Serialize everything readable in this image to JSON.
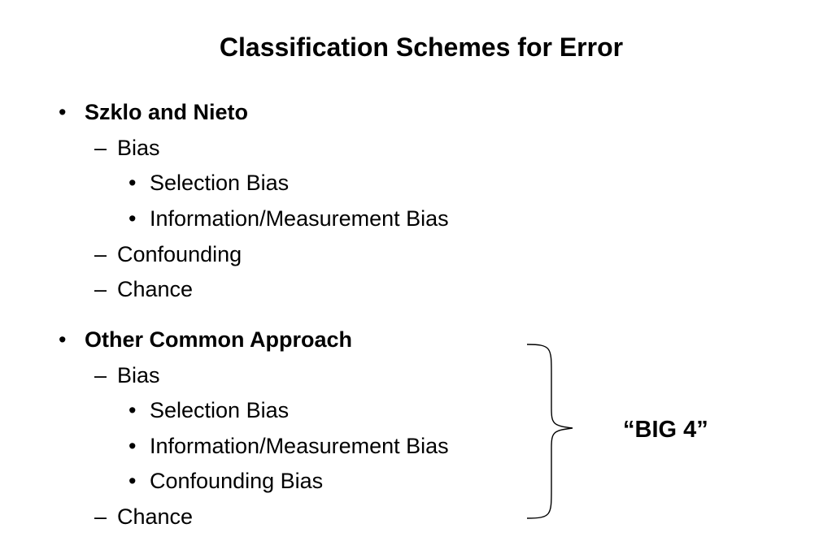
{
  "slide": {
    "title": "Classification Schemes for Error"
  },
  "section1": {
    "heading": "Szklo and Nieto",
    "item_bias": "Bias",
    "sub_selection": "Selection Bias",
    "sub_information": "Information/Measurement Bias",
    "item_confounding": "Confounding",
    "item_chance": "Chance"
  },
  "section2": {
    "heading": "Other Common Approach",
    "item_bias": "Bias",
    "sub_selection": "Selection Bias",
    "sub_information": "Information/Measurement Bias",
    "sub_confounding": "Confounding Bias",
    "item_chance": "Chance"
  },
  "callout": {
    "label": "“BIG 4”"
  },
  "markers": {
    "bullet": "•",
    "dash": "–"
  }
}
